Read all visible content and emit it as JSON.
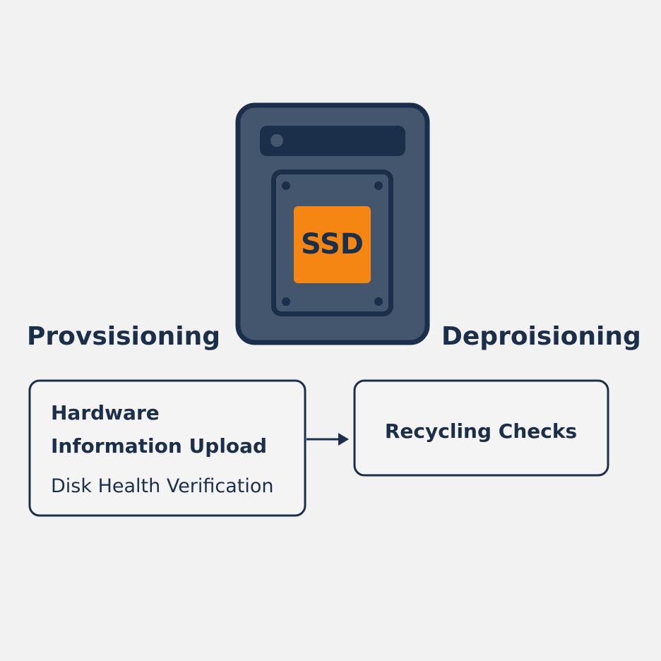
{
  "colors": {
    "background": "#f2f2f2",
    "dark": "#1c2f4a",
    "body": "#44566e",
    "accent": "#f58614"
  },
  "ssd": {
    "label": "SSD",
    "icon": "ssd-drive-icon"
  },
  "left": {
    "heading": "Provsisioning",
    "box": {
      "line1": "Hardware",
      "line2": "Information Upload",
      "line3": "Disk Health Verification"
    }
  },
  "right": {
    "heading": "Deproisioning",
    "box": {
      "line1": "Recycling Checks"
    }
  },
  "arrow": {
    "icon": "arrow-right-icon"
  }
}
